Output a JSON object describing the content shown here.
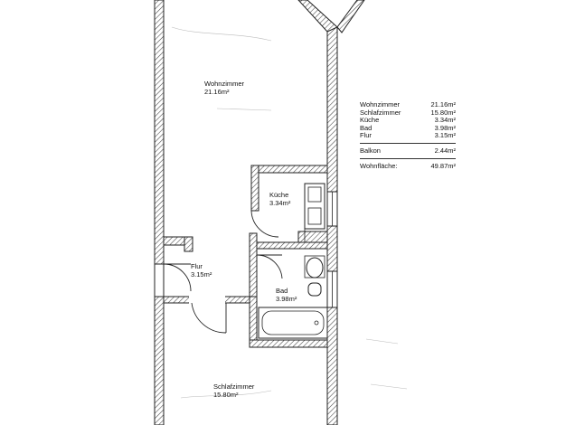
{
  "rooms": {
    "wohnzimmer": {
      "name": "Wohnzimmer",
      "area": "21.16m²"
    },
    "kueche": {
      "name": "Küche",
      "area": "3.34m²"
    },
    "flur": {
      "name": "Flur",
      "area": "3.15m²"
    },
    "bad": {
      "name": "Bad",
      "area": "3.98m²"
    },
    "schlafzimmer": {
      "name": "Schlafzimmer",
      "area": "15.80m²"
    }
  },
  "legend": {
    "rows": [
      {
        "label": "Wohnzimmer",
        "value": "21.16m²"
      },
      {
        "label": "Schlafzimmer",
        "value": "15.80m²"
      },
      {
        "label": "Küche",
        "value": "3.34m²"
      },
      {
        "label": "Bad",
        "value": "3.98m²"
      },
      {
        "label": "Flur",
        "value": "3.15m²"
      }
    ],
    "balkon": {
      "label": "Balkon",
      "value": "2.44m²"
    },
    "total": {
      "label": "Wohnfläche:",
      "value": "49.87m²"
    }
  }
}
